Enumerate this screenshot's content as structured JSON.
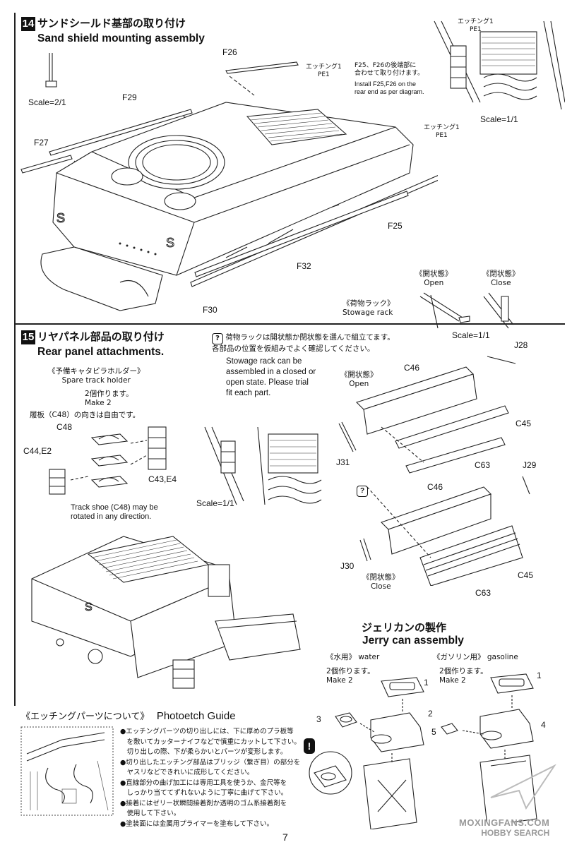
{
  "step14": {
    "number": "14",
    "title_jp": "サンドシールド基部の取り付け",
    "title_en": "Sand shield mounting assembly",
    "scale_left": "Scale=2/1",
    "scale_right": "Scale=1/1",
    "parts": {
      "f26": "F26",
      "f29": "F29",
      "f27": "F27",
      "f25": "F25",
      "f32": "F32",
      "f30": "F30"
    },
    "etching_label_1": "エッチング1",
    "etching_label_2": "PE1",
    "note_jp": "F25、F26の後端部に\n合わせて取り付けます。",
    "note_en": "Install F25,F26 on the\nrear end as per diagram.",
    "rack_title_jp": "《荷物ラック》",
    "rack_title_en": "Stowage rack",
    "open_jp": "《開状態》",
    "open_en": "Open",
    "close_jp": "《閉状態》",
    "close_en": "Close",
    "rack_scale": "Scale=1/1"
  },
  "step15": {
    "number": "15",
    "title_jp": "リヤパネル部品の取り付け",
    "title_en": "Rear panel attachments.",
    "rack_note_jp": "荷物ラックは開状態か閉状態を選んで組立てます。\n各部品の位置を仮組みでよく確認してください。",
    "rack_note_en": "Stowage rack can be\nassembled in a closed or\nopen state. Please trial\nfit each part.",
    "holder_title_jp": "《予備キャタピラホルダー》",
    "holder_title_en": "Spare track holder",
    "make2_jp": "2個作ります。",
    "make2_en": "Make 2",
    "shoe_note_jp": "履板（C48）の向きは自由です。",
    "shoe_note_en": "Track shoe (C48) may be\nrotated in any direction.",
    "scale": "Scale=1/1",
    "parts": {
      "c48": "C48",
      "c44e2": "C44,E2",
      "c43e4": "C43,E4",
      "j28": "J28",
      "c46a": "C46",
      "c45a": "C45",
      "j31": "J31",
      "c63a": "C63",
      "j29": "J29",
      "c46b": "C46",
      "j30": "J30",
      "c45b": "C45",
      "c63b": "C63"
    },
    "open_jp": "《開状態》",
    "open_en": "Open",
    "close_jp": "《閉状態》",
    "close_en": "Close"
  },
  "jerry": {
    "title_jp": "ジェリカンの製作",
    "title_en": "Jerry can assembly",
    "water_jp": "《水用》",
    "water_en": "water",
    "gas_jp": "《ガソリン用》",
    "gas_en": "gasoline",
    "make2_jp": "2個作ります。",
    "make2_en": "Make 2",
    "left_parts": {
      "p1": "1",
      "p3": "3",
      "p5": "5"
    },
    "right_parts": {
      "p1": "1",
      "p2": "2",
      "p4": "4"
    }
  },
  "guide": {
    "title_jp": "《エッチングパーツについて》",
    "title_en": "Photoetch Guide",
    "items": [
      "●エッチングパーツの切り出しには、下に厚めのプラ板等",
      "　を敷いてカッターナイフなどで慎重にカットして下さい。",
      "　切り出しの際、下が柔らかいとパーツが変形します。",
      "●切り出したエッチング部品はブリッジ（繋ぎ目）の部分を",
      "　ヤスリなどできれいに成形してください。",
      "●直線部分の曲げ加工には専用工具を使うか、金尺等を",
      "　しっかり当ててずれないように丁寧に曲げて下さい。",
      "●接着にはゼリー状瞬間接着剤か透明のゴム系接着剤を",
      "　使用して下さい。",
      "●塗装面には金属用プライマーを塗布して下さい。"
    ]
  },
  "watermark": {
    "line1": "MOXINGFANS.COM",
    "line2": "HOBBY SEARCH"
  },
  "page_number": "7"
}
